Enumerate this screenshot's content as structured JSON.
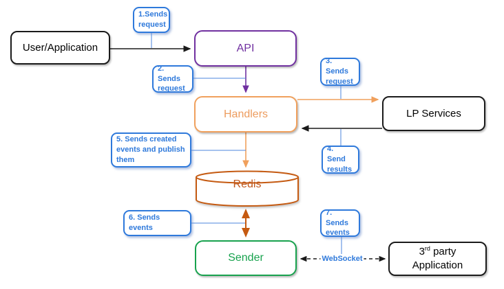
{
  "nodes": {
    "user_app": {
      "label": "User/Application"
    },
    "api": {
      "label": "API"
    },
    "handlers": {
      "label": "Handlers"
    },
    "lp_services": {
      "label": "LP Services"
    },
    "redis": {
      "label": "Redis"
    },
    "sender": {
      "label": "Sender"
    },
    "third_party": {
      "num": "3",
      "ordinal": "rd",
      "suffix": " party",
      "line2": "Application"
    }
  },
  "callouts": {
    "c1": {
      "text": "1.Sends\nrequest"
    },
    "c2": {
      "text": "2. Sends\nrequest"
    },
    "c3": {
      "text": "3. Sends\nrequest"
    },
    "c4": {
      "text": "4. Send\nresults"
    },
    "c5": {
      "text": "5. Sends created\nevents and publish\nthem"
    },
    "c6": {
      "text": "6. Sends events"
    },
    "c7": {
      "text": "7. Sends\nevents"
    }
  },
  "edge_labels": {
    "websocket": "WebSocket"
  },
  "colors": {
    "callout_blue": "#2E79DB",
    "connector_blue": "#4B86DD",
    "api_purple": "#7030A0",
    "handlers_orange": "#F0A05C",
    "redis_rust": "#C55A11",
    "sender_green": "#17A24D",
    "node_black": "#1A1A1A"
  }
}
